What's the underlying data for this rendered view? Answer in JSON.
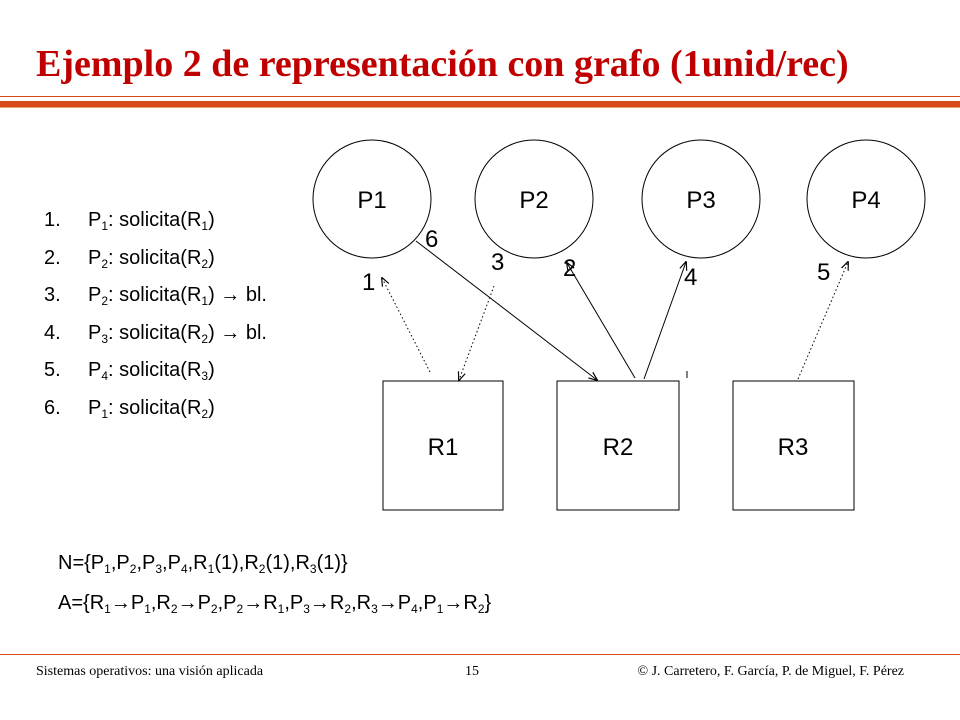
{
  "title": "Ejemplo 2 de representación con grafo (1unid/rec)",
  "steps": [
    {
      "num": "1.",
      "parts": [
        [
          "P",
          "1"
        ],
        [
          ": solicita(R",
          "1"
        ],
        [
          ")",
          ""
        ]
      ]
    },
    {
      "num": "2.",
      "parts": [
        [
          "P",
          "2"
        ],
        [
          ": solicita(R",
          "2"
        ],
        [
          ")",
          ""
        ]
      ]
    },
    {
      "num": "3.",
      "parts": [
        [
          "P",
          "2"
        ],
        [
          ": solicita(R",
          "1"
        ],
        [
          ") → bl.",
          ""
        ]
      ]
    },
    {
      "num": "4.",
      "parts": [
        [
          "P",
          "3"
        ],
        [
          ": solicita(R",
          "2"
        ],
        [
          ") → bl.",
          ""
        ]
      ]
    },
    {
      "num": "5.",
      "parts": [
        [
          "P",
          "4"
        ],
        [
          ": solicita(R",
          "3"
        ],
        [
          ")",
          ""
        ]
      ]
    },
    {
      "num": "6.",
      "parts": [
        [
          "P",
          "1"
        ],
        [
          ": solicita(R",
          "2"
        ],
        [
          ")",
          ""
        ]
      ]
    }
  ],
  "graph": {
    "processes": [
      "P1",
      "P2",
      "P3",
      "P4"
    ],
    "resources": [
      "R1",
      "R2",
      "R3"
    ],
    "edge_labels": [
      "1",
      "2",
      "3",
      "4",
      "5",
      "6"
    ]
  },
  "set_n": [
    [
      "N={P",
      "1"
    ],
    [
      ",P",
      "2"
    ],
    [
      ",P",
      "3"
    ],
    [
      ",P",
      "4"
    ],
    [
      ",R",
      "1"
    ],
    [
      "(1),R",
      "2"
    ],
    [
      "(1),R",
      "3"
    ],
    [
      "(1)}",
      ""
    ]
  ],
  "set_a": [
    [
      "A={R",
      "1"
    ],
    [
      "→P",
      "1"
    ],
    [
      ",R",
      "2"
    ],
    [
      "→P",
      "2"
    ],
    [
      ",P",
      "2"
    ],
    [
      "→R",
      "1"
    ],
    [
      ",P",
      "3"
    ],
    [
      "→R",
      "2"
    ],
    [
      ",R",
      "3"
    ],
    [
      "→P",
      "4"
    ],
    [
      ",P",
      "1"
    ],
    [
      "→R",
      "2"
    ],
    [
      "}",
      ""
    ]
  ],
  "footer": {
    "left": "Sistemas operativos: una visión aplicada",
    "page": "15",
    "right": "© J. Carretero, F. García, P. de Miguel, F. Pérez"
  },
  "colors": {
    "title": "#c00000",
    "rule": "#d84a1b"
  }
}
